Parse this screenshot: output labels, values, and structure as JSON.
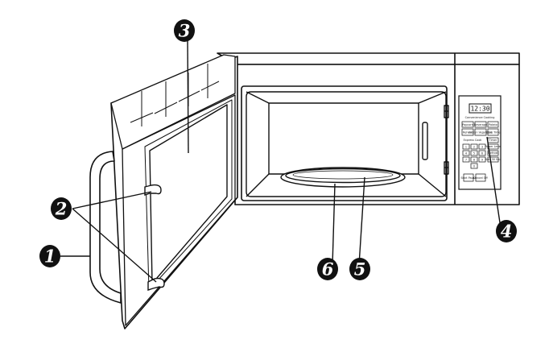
{
  "diagram": {
    "callouts": [
      {
        "id": "1",
        "label": "1"
      },
      {
        "id": "2",
        "label": "2"
      },
      {
        "id": "3",
        "label": "3"
      },
      {
        "id": "4",
        "label": "4"
      },
      {
        "id": "5",
        "label": "5"
      },
      {
        "id": "6",
        "label": "6"
      }
    ],
    "control_panel": {
      "display": "12:30",
      "header": "Convenience Cooking",
      "row1": [
        "Popcorn",
        "Beverage",
        "Potato"
      ],
      "row2": [
        "Reheat",
        "Frozen Vegetable",
        "Cook Time"
      ],
      "section2": "Express Cook",
      "keypad": [
        "1",
        "2",
        "3",
        "4",
        "5",
        "6",
        "7",
        "8",
        "9",
        "0"
      ],
      "side_keys": [
        "Timer",
        "Power Level",
        "Defrost",
        "Add 30 Sec"
      ],
      "bottom_keys": [
        "Start Pause",
        "Cancel Off"
      ]
    },
    "colors": {
      "line": "#111111",
      "fill": "#ffffff",
      "callout": "#111111"
    }
  }
}
